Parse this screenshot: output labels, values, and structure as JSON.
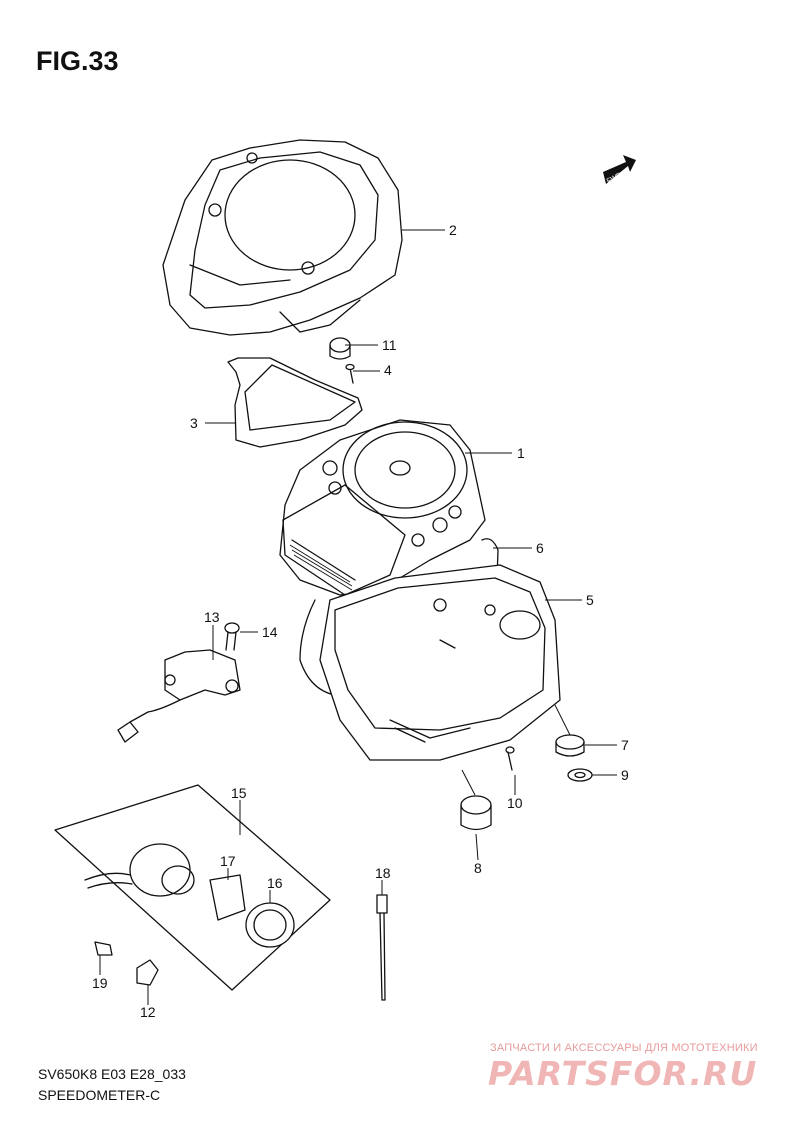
{
  "figure": {
    "title": "FIG.33"
  },
  "fwd_label": "FWD",
  "callouts": [
    "1",
    "2",
    "3",
    "4",
    "5",
    "6",
    "7",
    "8",
    "9",
    "10",
    "11",
    "12",
    "13",
    "14",
    "15",
    "16",
    "17",
    "18",
    "19"
  ],
  "footer": {
    "model_code": "SV650K8 E03 E28_033",
    "subtitle": "SPEEDOMETER-C"
  },
  "watermark": {
    "tagline": "ЗАПЧАСТИ И АКСЕССУАРЫ ДЛЯ МОТОТЕХНИКИ",
    "logo": "PARTSFOR.RU"
  }
}
